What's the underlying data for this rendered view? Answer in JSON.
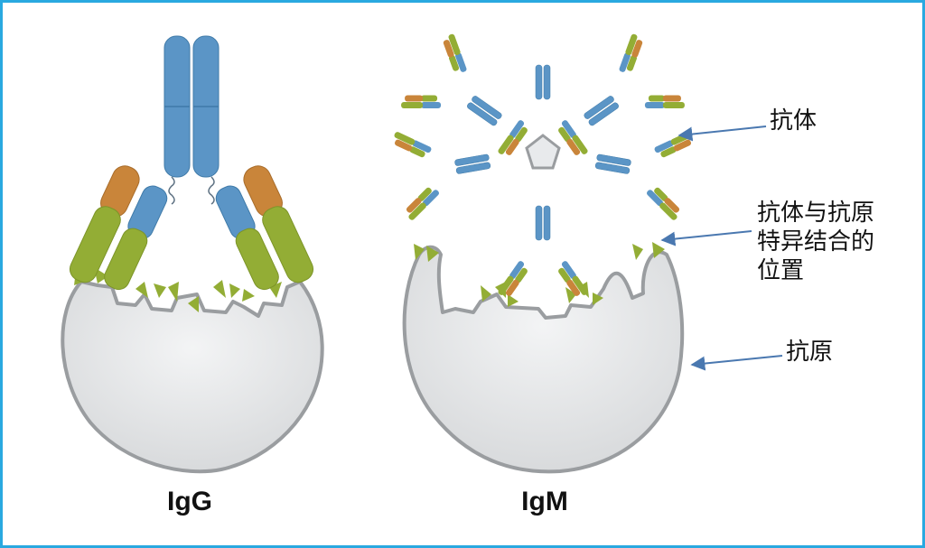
{
  "labels": {
    "antibody": "抗体",
    "binding_site_line1": "抗体与抗原",
    "binding_site_line2": "特异结合的",
    "binding_site_line3": "位置",
    "antigen": "抗原",
    "igg": "IgG",
    "igm": "IgM"
  },
  "colors": {
    "border": "#29a9e0",
    "heavy_chain": "#5b95c6",
    "light_chain_variable": "#c9853a",
    "light_chain_constant": "#93ad35",
    "antigen_fill": "#e6e8ea",
    "antigen_stroke": "#9a9da0",
    "arrow": "#4a78b0"
  }
}
